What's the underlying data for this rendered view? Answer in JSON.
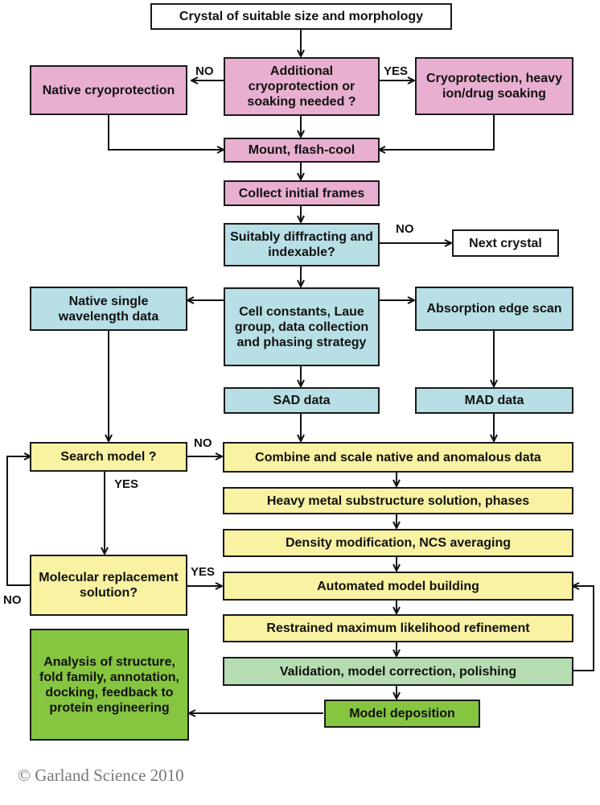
{
  "nodes": {
    "crystal": "Crystal of suitable size and morphology",
    "additional": "Additional cryoprotection or soaking needed ?",
    "native_cryo": "Native cryoprotection",
    "cryo_soak": "Cryoprotection, heavy ion/drug soaking",
    "mount": "Mount, flash-cool",
    "collect": "Collect initial frames",
    "diffracting": "Suitably diffracting and indexable?",
    "next_crystal": "Next crystal",
    "native_single": "Native single wavelength data",
    "cell_constants": "Cell constants, Laue group, data collection and phasing strategy",
    "absorption": "Absorption edge scan",
    "sad": "SAD data",
    "mad": "MAD data",
    "search_model": "Search model ?",
    "combine": "Combine and scale native and anomalous data",
    "heavy_metal": "Heavy metal substructure solution, phases",
    "density": "Density modification, NCS averaging",
    "molecular_replacement": "Molecular replacement solution?",
    "automated": "Automated model building",
    "restrained": "Restrained maximum likelihood refinement",
    "analysis": "Analysis of structure, fold family, annotation, docking, feedback to protein engineering",
    "validation": "Validation, model correction, polishing",
    "deposition": "Model deposition"
  },
  "labels": {
    "no": "NO",
    "yes": "YES"
  },
  "colors": {
    "pink": "#e8afd1",
    "blue": "#b7dfe5",
    "yellow": "#f8f2a2",
    "light_green": "#b6ddb1",
    "dark_green": "#86c540"
  },
  "copyright": "© Garland Science 2010"
}
